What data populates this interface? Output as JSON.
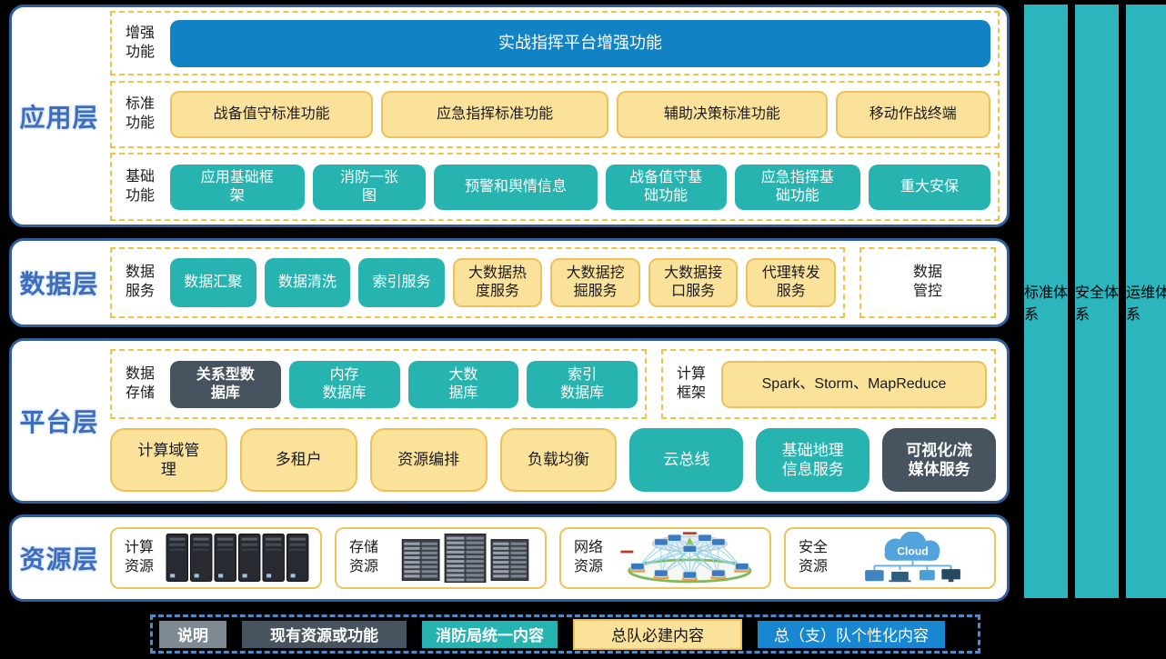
{
  "layers": [
    {
      "title": "应用层",
      "rows": [
        {
          "label": "增强\n功能",
          "boxes": [
            {
              "text": "实战指挥平台增强功能",
              "type": "blue"
            }
          ]
        },
        {
          "label": "标准\n功能",
          "boxes": [
            {
              "text": "战备值守标准功能",
              "type": "yellow"
            },
            {
              "text": "应急指挥标准功能",
              "type": "yellow"
            },
            {
              "text": "辅助决策标准功能",
              "type": "yellow"
            },
            {
              "text": "移动作战终端",
              "type": "yellow"
            }
          ]
        },
        {
          "label": "基础\n功能",
          "boxes": [
            {
              "text": "应用基础框\n架",
              "type": "teal"
            },
            {
              "text": "消防一张\n图",
              "type": "teal"
            },
            {
              "text": "预警和舆情信息",
              "type": "teal"
            },
            {
              "text": "战备值守基\n础功能",
              "type": "teal"
            },
            {
              "text": "应急指挥基\n础功能",
              "type": "teal"
            },
            {
              "text": "重大安保",
              "type": "teal"
            }
          ]
        }
      ]
    },
    {
      "title": "数据层",
      "groups": [
        {
          "label": "数据\n服务",
          "boxes": [
            {
              "text": "数据汇聚",
              "type": "teal"
            },
            {
              "text": "数据清洗",
              "type": "teal"
            },
            {
              "text": "索引服务",
              "type": "teal"
            },
            {
              "text": "大数据热\n度服务",
              "type": "yellow"
            },
            {
              "text": "大数据挖\n掘服务",
              "type": "yellow"
            },
            {
              "text": "大数据接\n口服务",
              "type": "yellow"
            },
            {
              "text": "代理转发\n服务",
              "type": "yellow"
            }
          ]
        },
        {
          "label": "数据\n管控",
          "boxes": []
        }
      ]
    },
    {
      "title": "平台层",
      "groups": [
        {
          "label": "数据\n存储",
          "boxes": [
            {
              "text": "关系型数\n据库",
              "type": "dark"
            },
            {
              "text": "内存\n数据库",
              "type": "teal"
            },
            {
              "text": "大数\n据库",
              "type": "teal"
            },
            {
              "text": "索引\n数据库",
              "type": "teal"
            }
          ]
        },
        {
          "label": "计算\n框架",
          "boxes": [
            {
              "text": "Spark、Storm、MapReduce",
              "type": "yellow"
            }
          ]
        }
      ],
      "row2": [
        {
          "text": "计算域管\n理",
          "type": "yellow"
        },
        {
          "text": "多租户",
          "type": "yellow"
        },
        {
          "text": "资源编排",
          "type": "yellow"
        },
        {
          "text": "负载均衡",
          "type": "yellow"
        },
        {
          "text": "云总线",
          "type": "teal"
        },
        {
          "text": "基础地理\n信息服务",
          "type": "teal"
        },
        {
          "text": "可视化/流\n媒体服务",
          "type": "dark"
        }
      ]
    },
    {
      "title": "资源层",
      "items": [
        {
          "label": "计算\n资源",
          "icon": "servers-icon"
        },
        {
          "label": "存储\n资源",
          "icon": "storage-icon"
        },
        {
          "label": "网络\n资源",
          "icon": "network-icon"
        },
        {
          "label": "安全\n资源",
          "icon": "cloud-icon",
          "cloud_text": "Cloud"
        }
      ]
    }
  ],
  "side_bars": [
    {
      "text": "标准体系"
    },
    {
      "text": "安全体系"
    },
    {
      "text": "运维体系"
    }
  ],
  "legend": {
    "label": "说明",
    "items": [
      {
        "text": "现有资源或功能",
        "type": "dark"
      },
      {
        "text": "消防局统一内容",
        "type": "teal"
      },
      {
        "text": "总队必建内容",
        "type": "yellow"
      },
      {
        "text": "总（支）队个性化内容",
        "type": "blue"
      }
    ]
  },
  "colors": {
    "background": "#000000",
    "panel_border": "#2F5D9E",
    "title_blue": "#3E6DBE",
    "dashed_yellow": "#F2C341",
    "teal_box": "#27B4B0",
    "teal_bar": "#2CB5BC",
    "yellow_fill": "#FBE29B",
    "yellow_border": "#EFC05A",
    "blue_box": "#1183C4",
    "legend_blue": "#1787D2",
    "dark_slate": "#47545F",
    "label_gray": "#7E8A93",
    "legend_border": "#4D8CC8"
  }
}
